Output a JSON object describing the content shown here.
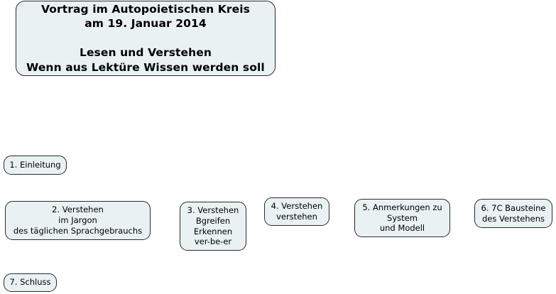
{
  "slide": {
    "background_color": "#ffffff",
    "node_fill_color": "#e9f1f3",
    "node_border_color": "#2b2b2b",
    "text_color": "#000000"
  },
  "title_box": {
    "text": "Vortrag im Autopoietischen Kreis\nam 19. Januar 2014\n\nLesen und Verstehen\nWenn aus Lektüre Wissen werden soll",
    "lines": [
      "Vortrag im Autopoietischen Kreis",
      "am 19. Januar 2014",
      "",
      "Lesen und Verstehen",
      "Wenn aus Lektüre Wissen werden soll"
    ]
  },
  "agenda": {
    "items": [
      {
        "number": "1.",
        "text": "1. Einleitung",
        "lines": [
          "1. Einleitung"
        ]
      },
      {
        "number": "2.",
        "text": "2. Verstehen\nim Jargon\ndes täglichen Sprachgebrauchs",
        "lines": [
          "2. Verstehen",
          "im Jargon",
          "des täglichen Sprachgebrauchs"
        ]
      },
      {
        "number": "3.",
        "text": "3. Verstehen\nBgreifen\nErkennen\nver-be-er",
        "lines": [
          "3. Verstehen",
          "Bgreifen",
          "Erkennen",
          "ver-be-er"
        ]
      },
      {
        "number": "4.",
        "text": "4. Verstehen\nverstehen",
        "lines": [
          "4. Verstehen",
          "verstehen"
        ]
      },
      {
        "number": "5.",
        "text": "5. Anmerkungen zu\nSystem\nund Modell",
        "lines": [
          "5. Anmerkungen zu",
          "System",
          "und Modell"
        ]
      },
      {
        "number": "6.",
        "text": "6. 7C Bausteine\ndes Verstehens",
        "lines": [
          "6. 7C Bausteine",
          "des Verstehens"
        ]
      },
      {
        "number": "7.",
        "text": "7. Schluss",
        "lines": [
          "7. Schluss"
        ]
      }
    ]
  }
}
